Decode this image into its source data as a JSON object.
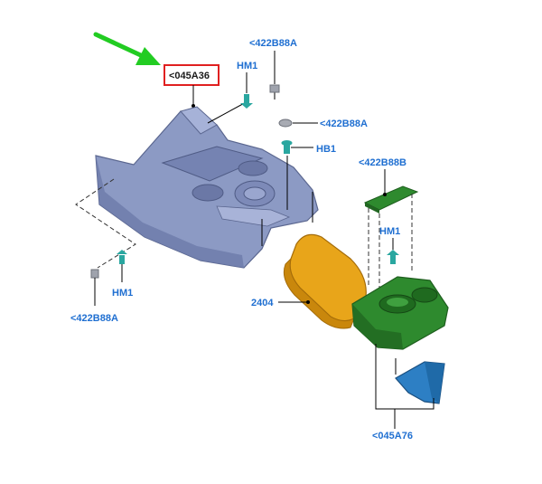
{
  "labels": {
    "part_045A36": "<045A36",
    "part_422B88A_top": "<422B88A",
    "part_HM1_top": "HM1",
    "part_422B88A_mid": "<422B88A",
    "part_HB1": "HB1",
    "part_422B88B": "<422B88B",
    "part_HM1_right": "HM1",
    "part_HM1_left": "HM1",
    "part_422B88A_left": "<422B88A",
    "part_2404": "2404",
    "part_045A76": "<045A76"
  },
  "colors": {
    "label_text": "#1f6fd1",
    "highlight_box": "#e02020",
    "arrow": "#22cc22",
    "console_body": "#8c9ac4",
    "armrest": "#e8a51a",
    "cupholder": "#2e8a2e",
    "bracket": "#2d7fc4",
    "fastener": "#2aa7a0"
  },
  "icons": {
    "pointer": "green-arrow-icon"
  }
}
